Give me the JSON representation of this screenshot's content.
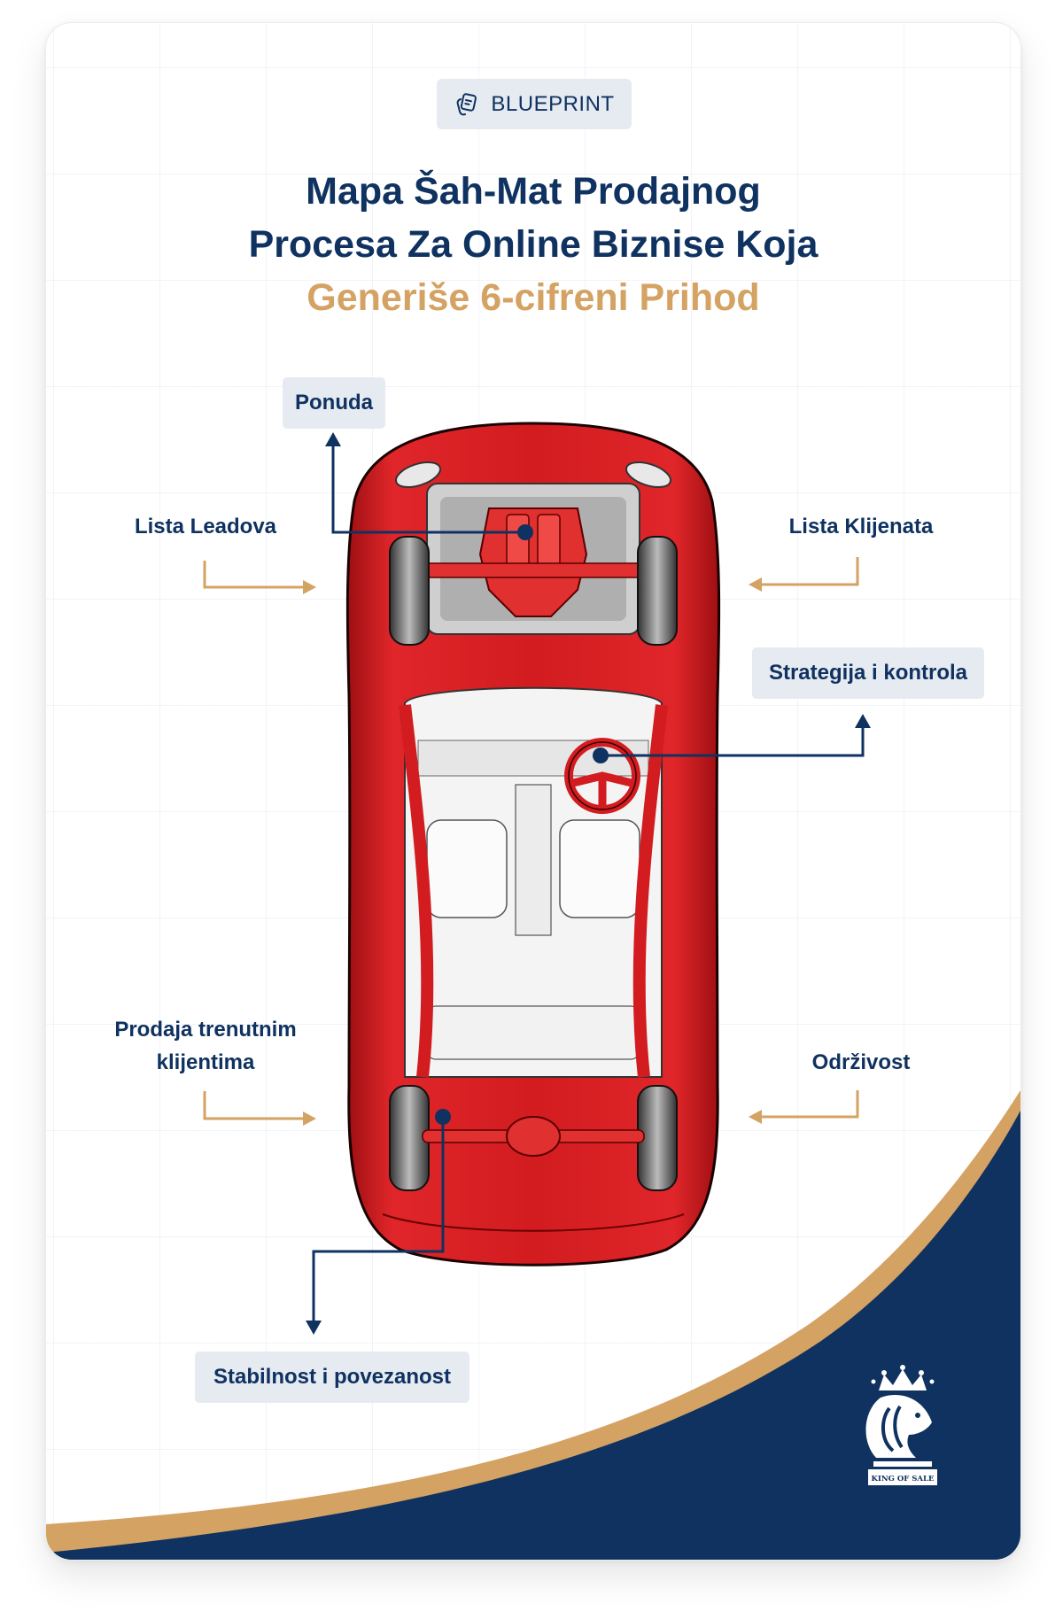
{
  "badge": {
    "icon": "cards-icon",
    "label": "BLUEPRINT"
  },
  "title": {
    "line1": "Mapa Šah-Mat Prodajnog",
    "line2": "Procesa Za Online Biznise Koja",
    "line3": "Generiše 6-cifreni Prihod"
  },
  "diagram": {
    "subject": "car-top-view",
    "callouts": {
      "ponuda": "Ponuda",
      "strategija": "Strategija i kontrola",
      "stabilnost": "Stabilnost i povezanost"
    },
    "flows": {
      "lista_leadova": "Lista Leadova",
      "lista_klijenata": "Lista Klijenata",
      "prodaja_line1": "Prodaja trenutnim",
      "prodaja_line2": "klijentima",
      "odrzivost": "Održivost"
    }
  },
  "brand": {
    "name": "KING OF SALE",
    "icon": "lion-chess-knight-crown-icon"
  },
  "colors": {
    "navy": "#0f3260",
    "gold": "#d4a263",
    "tag_bg": "#e6eaf1",
    "car_red": "#d0191b"
  }
}
